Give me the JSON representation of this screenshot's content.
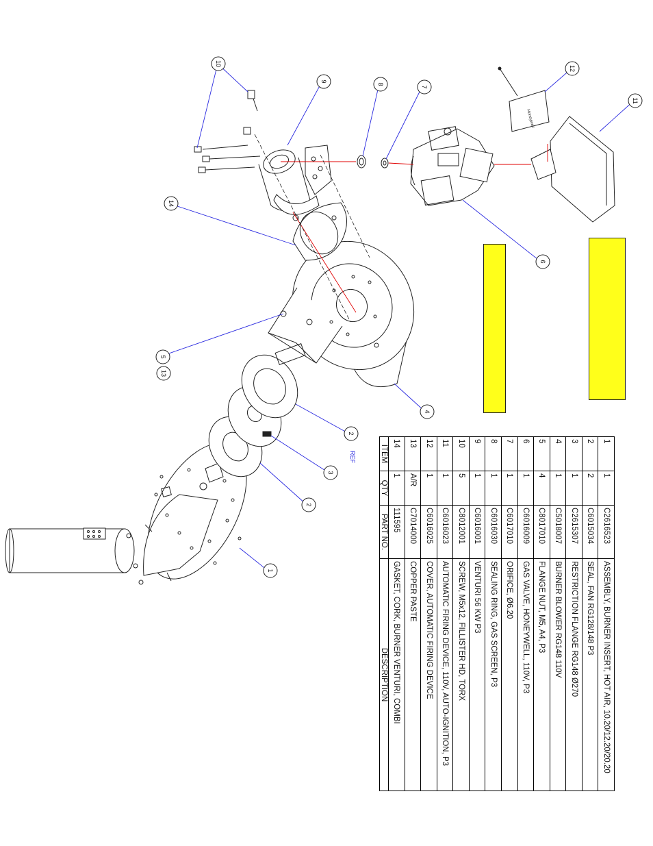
{
  "callouts": [
    {
      "id": "c1",
      "label": "1"
    },
    {
      "id": "c2a",
      "label": "2"
    },
    {
      "id": "c2b",
      "label": "2"
    },
    {
      "id": "c3",
      "label": "3"
    },
    {
      "id": "c4",
      "label": "4"
    },
    {
      "id": "c5",
      "label": "5"
    },
    {
      "id": "c13",
      "label": "13"
    },
    {
      "id": "c6",
      "label": "6"
    },
    {
      "id": "c7",
      "label": "7"
    },
    {
      "id": "c8",
      "label": "8"
    },
    {
      "id": "c9",
      "label": "9"
    },
    {
      "id": "c10",
      "label": "10"
    },
    {
      "id": "c11",
      "label": "11"
    },
    {
      "id": "c12",
      "label": "12"
    },
    {
      "id": "c14",
      "label": "14"
    }
  ],
  "ref_label": "REF",
  "valve_logo_text": "Honeywell",
  "bom": {
    "headers": {
      "item": "ITEM",
      "qty": "QTY",
      "part": "PART NO.",
      "desc": "DESCRIPTION"
    },
    "rows": [
      {
        "item": "1",
        "qty": "1",
        "part": "C2616523",
        "desc": "ASSEMBLY, BURNER INSERT, HOT AIR, 10.20/12.20/20.20"
      },
      {
        "item": "2",
        "qty": "2",
        "part": "C6015034",
        "desc": "SEAL, FAN RG128/148 P3"
      },
      {
        "item": "3",
        "qty": "1",
        "part": "C2615307",
        "desc": "RESTRICTION FLANGE RG148 Ø270"
      },
      {
        "item": "4",
        "qty": "1",
        "part": "C5018007",
        "desc": "BURNER BLOWER RG148 110V"
      },
      {
        "item": "5",
        "qty": "4",
        "part": "C8017010",
        "desc": "FLANGE NUT, M5, A4, P3"
      },
      {
        "item": "6",
        "qty": "1",
        "part": "C6016009",
        "desc": "GAS VALVE, HONEYWELL, 110V, P3"
      },
      {
        "item": "7",
        "qty": "1",
        "part": "C6017010",
        "desc": "ORIFICE, Ø6.20"
      },
      {
        "item": "8",
        "qty": "1",
        "part": "C6016030",
        "desc": "SEALING RING, GAS SCREEN, P3"
      },
      {
        "item": "9",
        "qty": "1",
        "part": "C6016001",
        "desc": "VENTURI 56 KW P3"
      },
      {
        "item": "10",
        "qty": "5",
        "part": "C8012001",
        "desc": "SCREW, M5x12, FILLISTER HD, TORX"
      },
      {
        "item": "11",
        "qty": "1",
        "part": "C6016023",
        "desc": "AUTOMATIC FIRING DEVICE, 110V, AUTO-IGNITION, P3"
      },
      {
        "item": "12",
        "qty": "1",
        "part": "C6016025",
        "desc": "COVER, AUTOMATIC FIRING DEVICE"
      },
      {
        "item": "13",
        "qty": "A/R",
        "part": "C7014000",
        "desc": "COPPER PASTE"
      },
      {
        "item": "14",
        "qty": "1",
        "part": "111595",
        "desc": "GASKET, CORK, BURNER VENTURI, COMBI"
      }
    ]
  }
}
